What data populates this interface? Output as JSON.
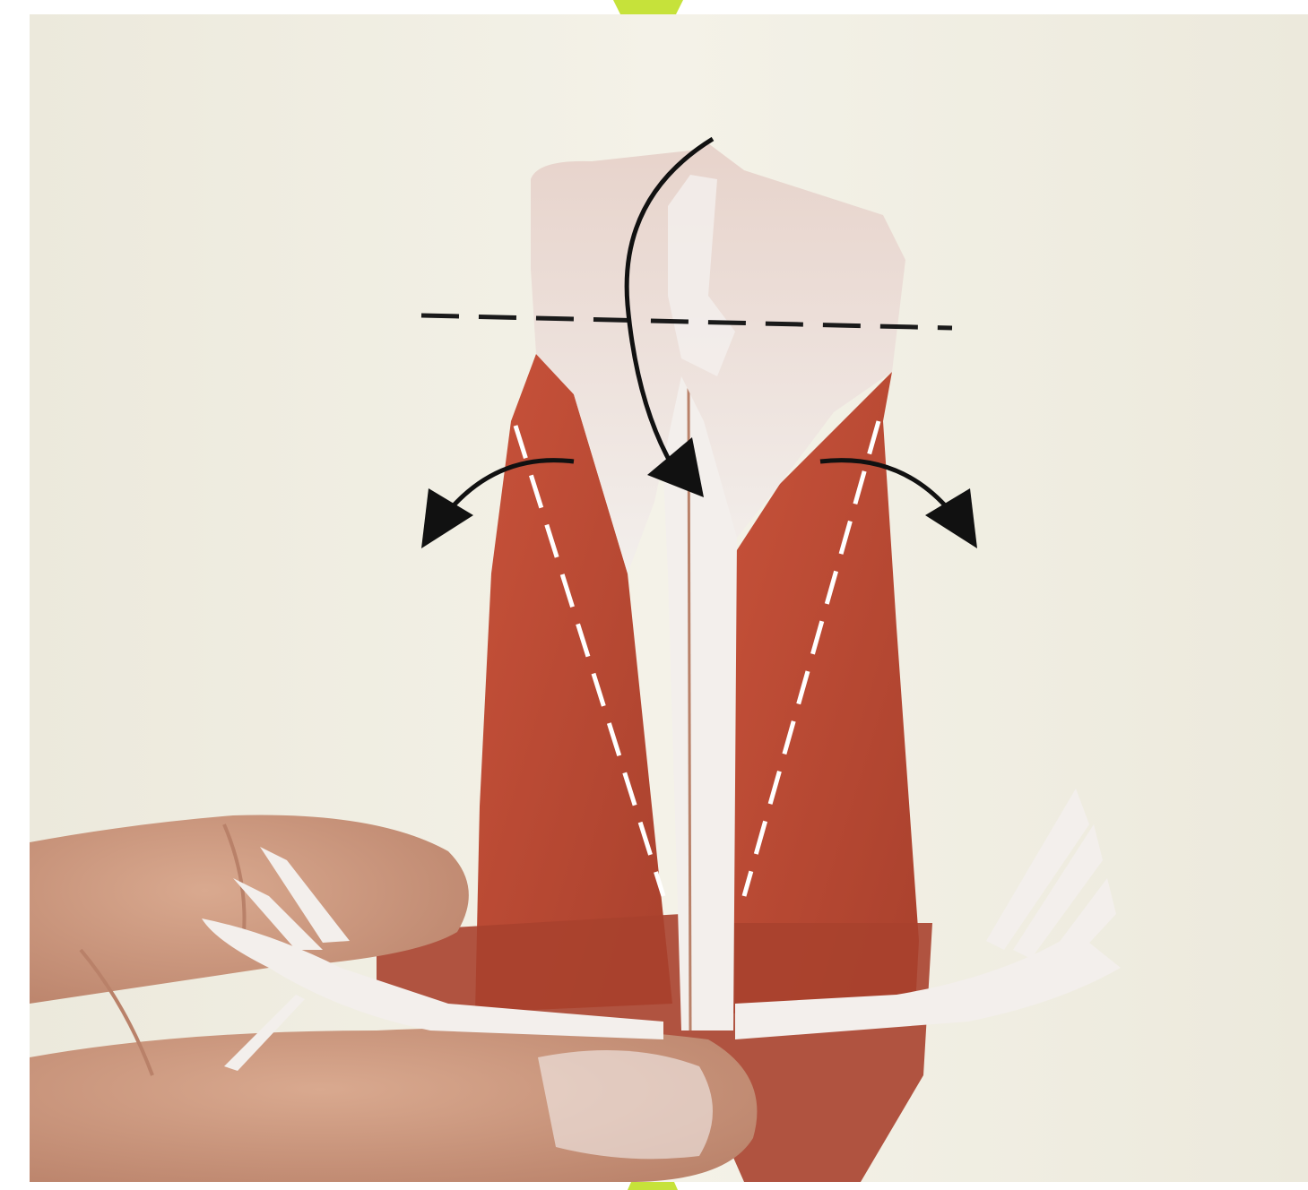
{
  "image": {
    "kind": "photo",
    "subject": "origami-folding-step"
  },
  "colors": {
    "page": "#ffffff",
    "backdrop": "#ece9dc",
    "backdrop_edge": "#f4f2e8",
    "paper_red": "#c8523a",
    "paper_red_dark": "#a9412d",
    "paper_white": "#f3efec",
    "paper_pink": "#e7d3cb",
    "skin": "#d9a98f",
    "skin_shadow": "#b98169",
    "tab_green": "#c6e23a",
    "fold_line_black": "#1a1a1a",
    "fold_line_white": "#ffffff",
    "arrow_black": "#111111"
  },
  "icons": {
    "fold_arrow_top": "curved-arrow-down-icon",
    "fold_arrow_left": "curved-arrow-left-icon",
    "fold_arrow_right": "curved-arrow-right-icon"
  },
  "fold_lines": {
    "valley_fold": "dashed-black-horizontal",
    "mountain_folds": "dashed-white-diagonal"
  }
}
